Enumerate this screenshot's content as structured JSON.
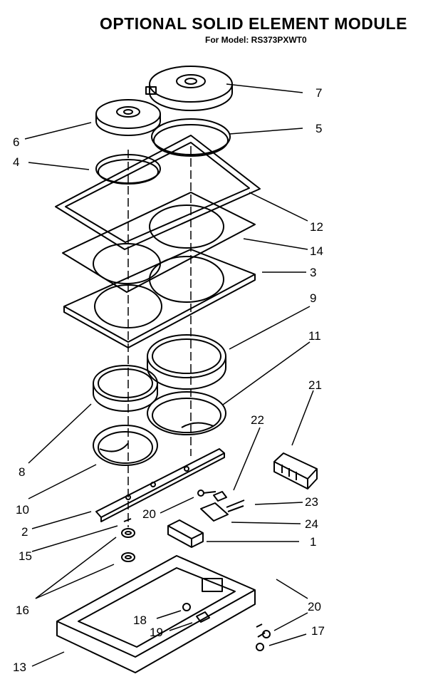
{
  "header": {
    "title": "OPTIONAL SOLID ELEMENT MODULE",
    "subtitle": "For Model: RS373PXWT0"
  },
  "callouts": [
    "7",
    "5",
    "6",
    "4",
    "12",
    "14",
    "3",
    "9",
    "11",
    "21",
    "22",
    "8",
    "10",
    "20",
    "23",
    "2",
    "24",
    "15",
    "1",
    "16",
    "20",
    "18",
    "19",
    "17",
    "13"
  ]
}
